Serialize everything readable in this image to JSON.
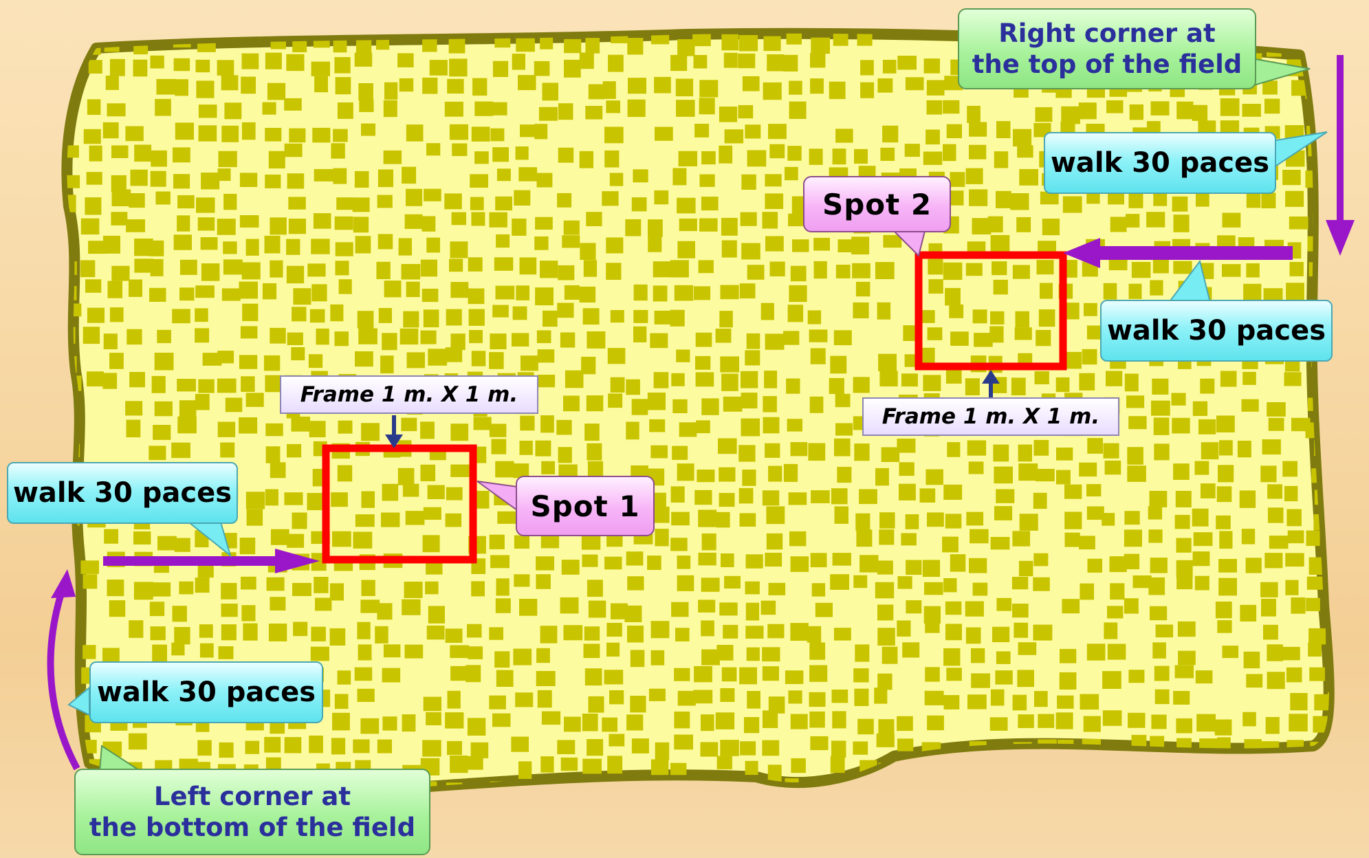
{
  "callouts": {
    "top_corner_line1": "Right corner at",
    "top_corner_line2": "the top of the field",
    "walk_top_right": "walk 30 paces",
    "walk_mid_right": "walk 30 paces",
    "walk_left": "walk 30 paces",
    "walk_bottom_left": "walk 30 paces",
    "bottom_corner_line1": "Left corner at",
    "bottom_corner_line2": "the bottom of the field",
    "spot1": "Spot  1",
    "spot2": "Spot  2",
    "frame1": "Frame 1 m. X 1 m.",
    "frame2": "Frame 1 m. X 1 m."
  },
  "colors": {
    "field_fill": "#fdfba0",
    "field_border": "#7f7b0f",
    "grass_tuft": "#c9c400",
    "frame": "#ff0000",
    "path_arrow": "#9a17c9",
    "pointer_arrow": "#2a3a8a"
  }
}
